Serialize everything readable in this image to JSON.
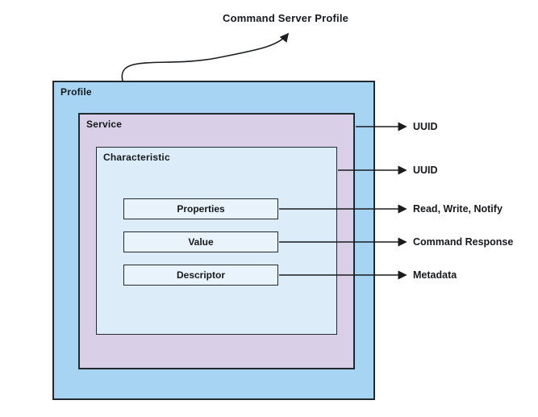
{
  "title": "Command Server Profile",
  "profile": {
    "label": "Profile"
  },
  "service": {
    "label": "Service",
    "annotation": "UUID"
  },
  "characteristic": {
    "label": "Characteristic",
    "annotation": "UUID"
  },
  "properties": {
    "label": "Properties",
    "annotation": "Read, Write, Notify"
  },
  "value": {
    "label": "Value",
    "annotation": "Command Response"
  },
  "descriptor": {
    "label": "Descriptor",
    "annotation": "Metadata"
  },
  "colors": {
    "profile_fill": "#a6d4f2",
    "service_fill": "#d9cfe6",
    "characteristic_fill": "#dcecf8",
    "inner_box_fill": "#e9f3fb",
    "border": "#23292f",
    "arrow": "#1a1d20",
    "text": "#16191c"
  }
}
